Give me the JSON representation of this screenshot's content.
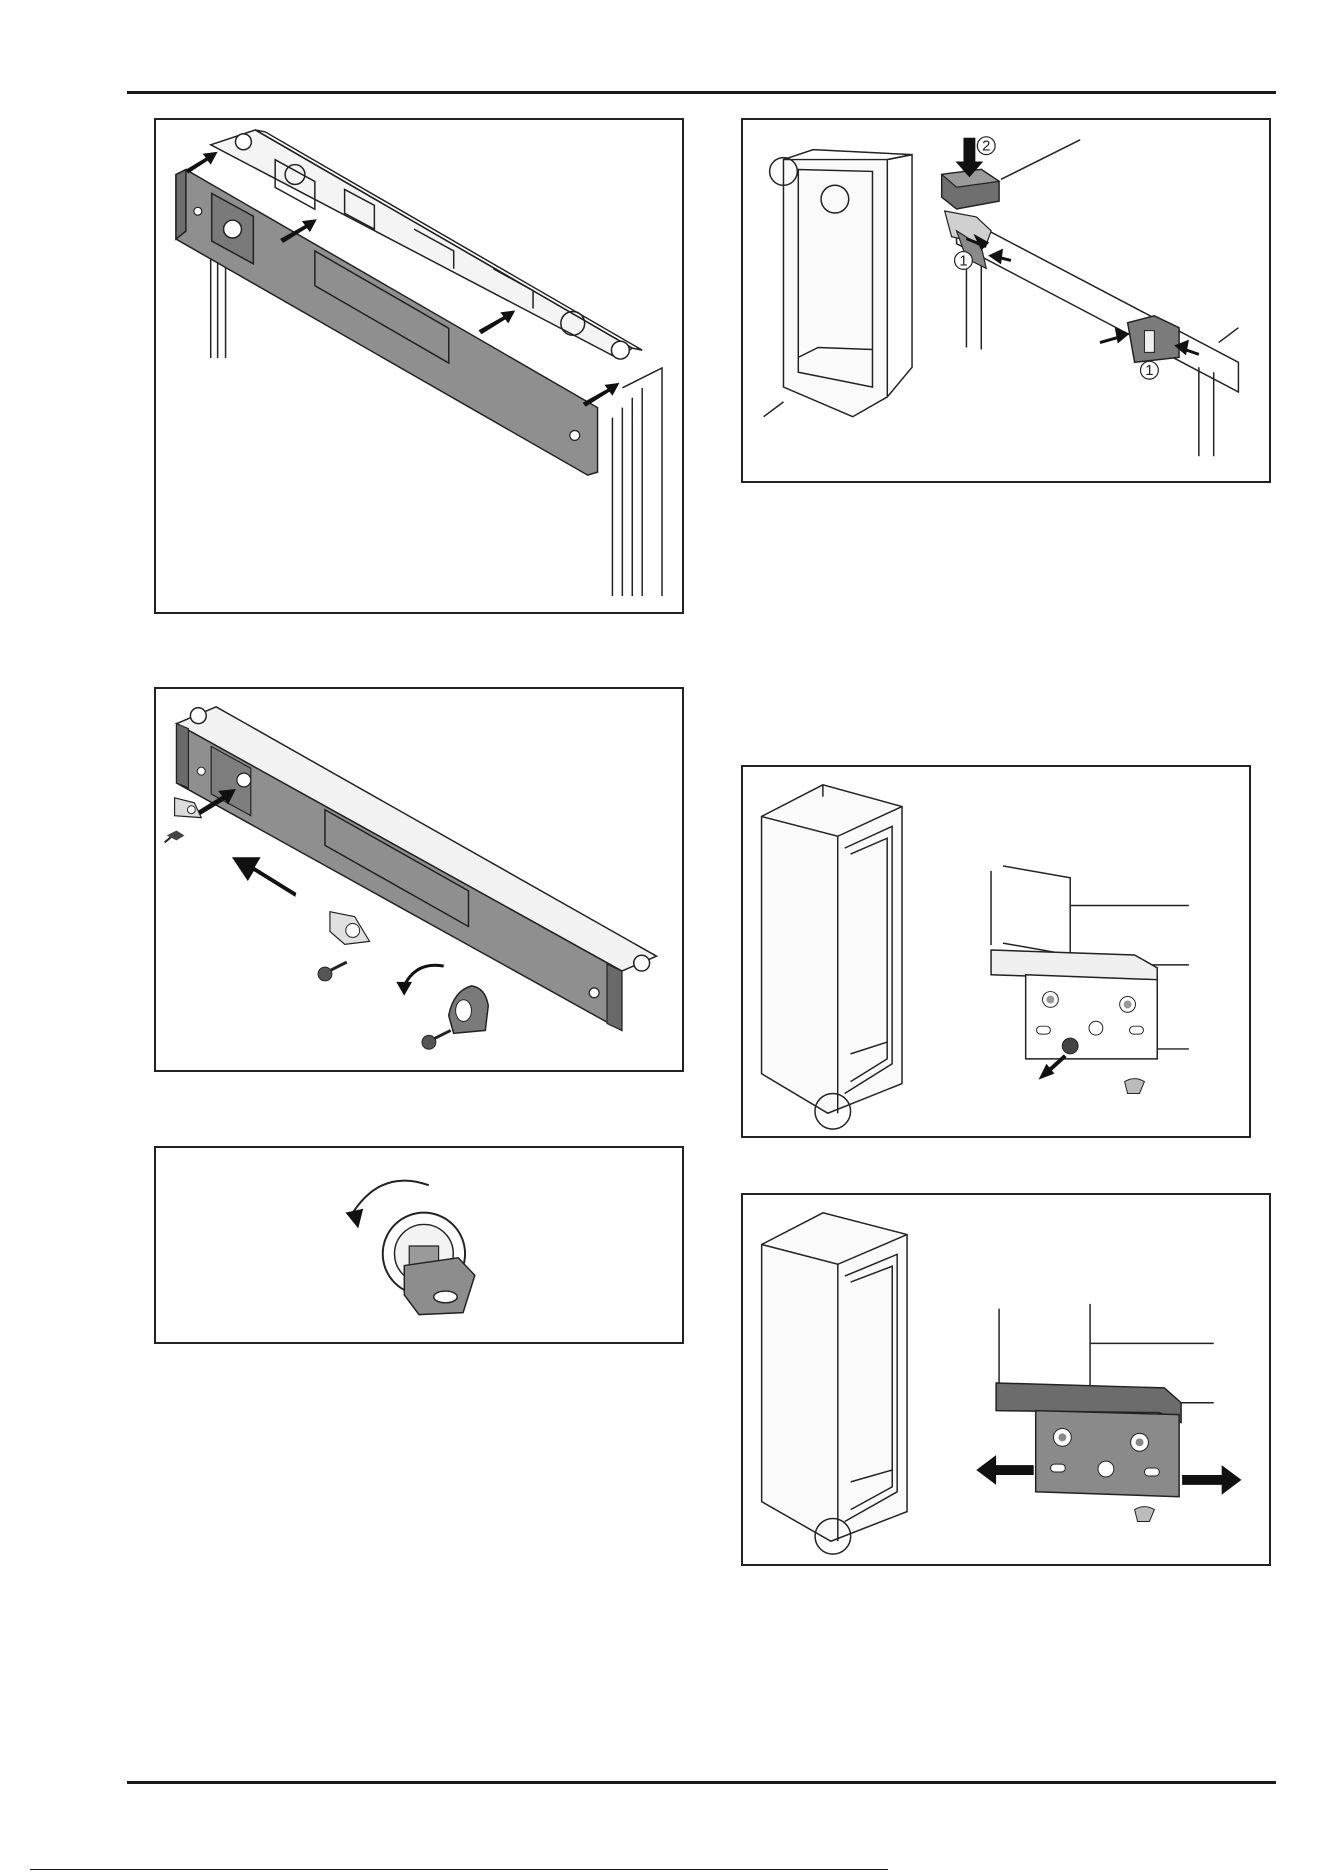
{
  "page": {
    "top_rule": true,
    "bottom_rule": true
  },
  "figures": [
    {
      "name": "remove-front-cover-figure",
      "description_icon": "cover-panel-arrows"
    },
    {
      "name": "lock-cover-parts-figure",
      "description_icon": "lock-screws-cover"
    },
    {
      "name": "key-turn-figure",
      "description_icon": "key-rotate-counterclockwise"
    },
    {
      "name": "top-clip-figure",
      "description_icon": "top-clip-callouts",
      "callouts": [
        "2",
        "1",
        "1"
      ]
    },
    {
      "name": "bottom-hinge-remove-screw-figure",
      "description_icon": "hinge-screw-out"
    },
    {
      "name": "bottom-hinge-adjust-figure",
      "description_icon": "hinge-slide-arrows"
    }
  ],
  "colors": {
    "line": "#222222",
    "panel_fill": "#8f8f8f",
    "panel_dark": "#5e5e5e",
    "light_fill": "#e6e6e6"
  }
}
